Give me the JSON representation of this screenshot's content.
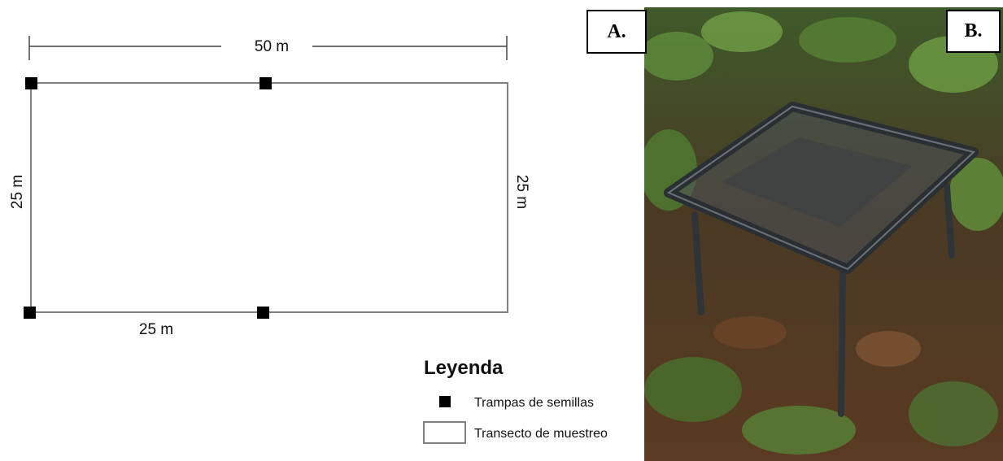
{
  "diagram": {
    "top_dimension": "50 m",
    "left_dimension": "25 m",
    "right_dimension": "25 m",
    "bottom_dimension": "25 m"
  },
  "legend": {
    "title": "Leyenda",
    "items": [
      {
        "icon": "seed-trap-square-icon",
        "label": "Trampas de semillas"
      },
      {
        "icon": "transect-rectangle-icon",
        "label": "Transecto de muestreo"
      }
    ]
  },
  "panels": {
    "a_label": "A.",
    "b_label": "B."
  },
  "colors": {
    "transect_line": "#808080",
    "trap_marker": "#000000",
    "tag_border": "#000000"
  }
}
